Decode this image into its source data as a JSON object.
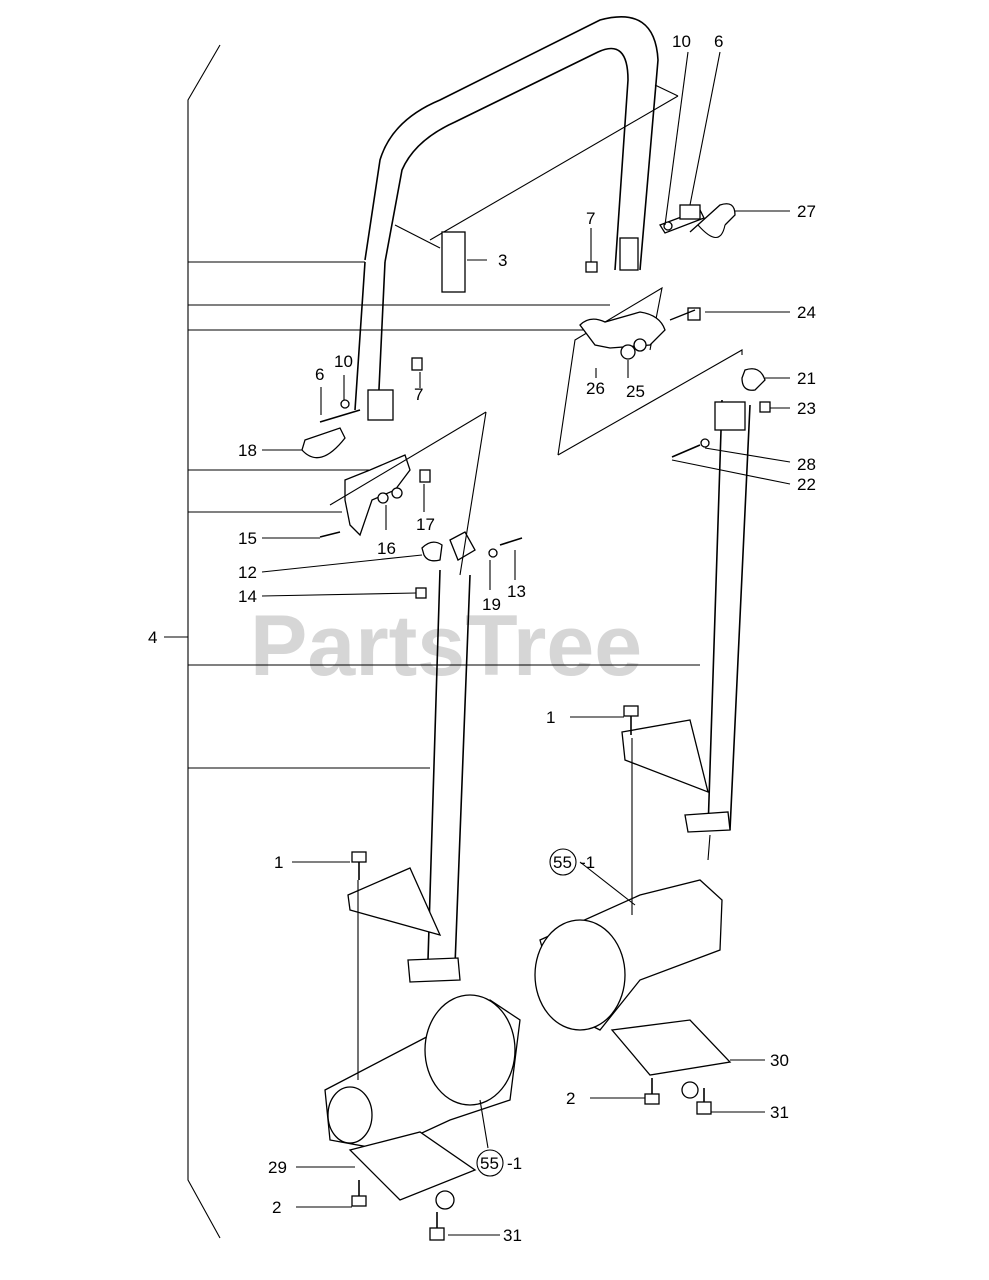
{
  "watermark": "PartsTree",
  "callouts": {
    "c1a": "1",
    "c1b": "1",
    "c2a": "2",
    "c2b": "2",
    "c3": "3",
    "c4": "4",
    "c6a": "6",
    "c6b": "6",
    "c7a": "7",
    "c7b": "7",
    "c10a": "10",
    "c10b": "10",
    "c12": "12",
    "c13": "13",
    "c14": "14",
    "c15": "15",
    "c16": "16",
    "c17": "17",
    "c18": "18",
    "c19": "19",
    "c21": "21",
    "c22": "22",
    "c23": "23",
    "c24": "24",
    "c25": "25",
    "c26": "26",
    "c27": "27",
    "c28": "28",
    "c29": "29",
    "c30": "30",
    "c31a": "31",
    "c31b": "31",
    "c55a": "55",
    "c55a_suffix": "-1",
    "c55b": "55",
    "c55b_suffix": "-1"
  }
}
